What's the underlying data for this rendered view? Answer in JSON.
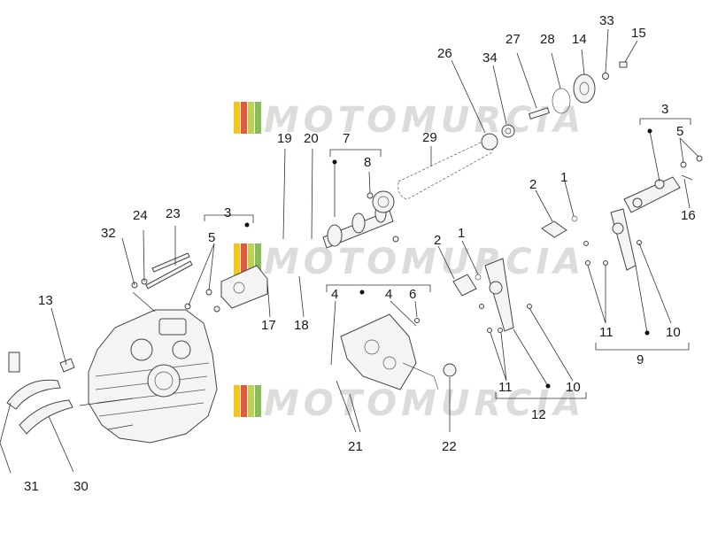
{
  "watermark": {
    "text": "MOTOMURCIA",
    "stripe_colors": [
      "#f2c300",
      "#e04a2a",
      "#b8cf3a",
      "#7ab648"
    ]
  },
  "callouts": [
    "1",
    "2",
    "3",
    "4",
    "5",
    "6",
    "7",
    "8",
    "9",
    "10",
    "11",
    "12",
    "13",
    "14",
    "15",
    "16",
    "17",
    "18",
    "19",
    "20",
    "21",
    "22",
    "23",
    "24",
    "26",
    "27",
    "28",
    "29",
    "30",
    "31",
    "32",
    "33",
    "34"
  ]
}
